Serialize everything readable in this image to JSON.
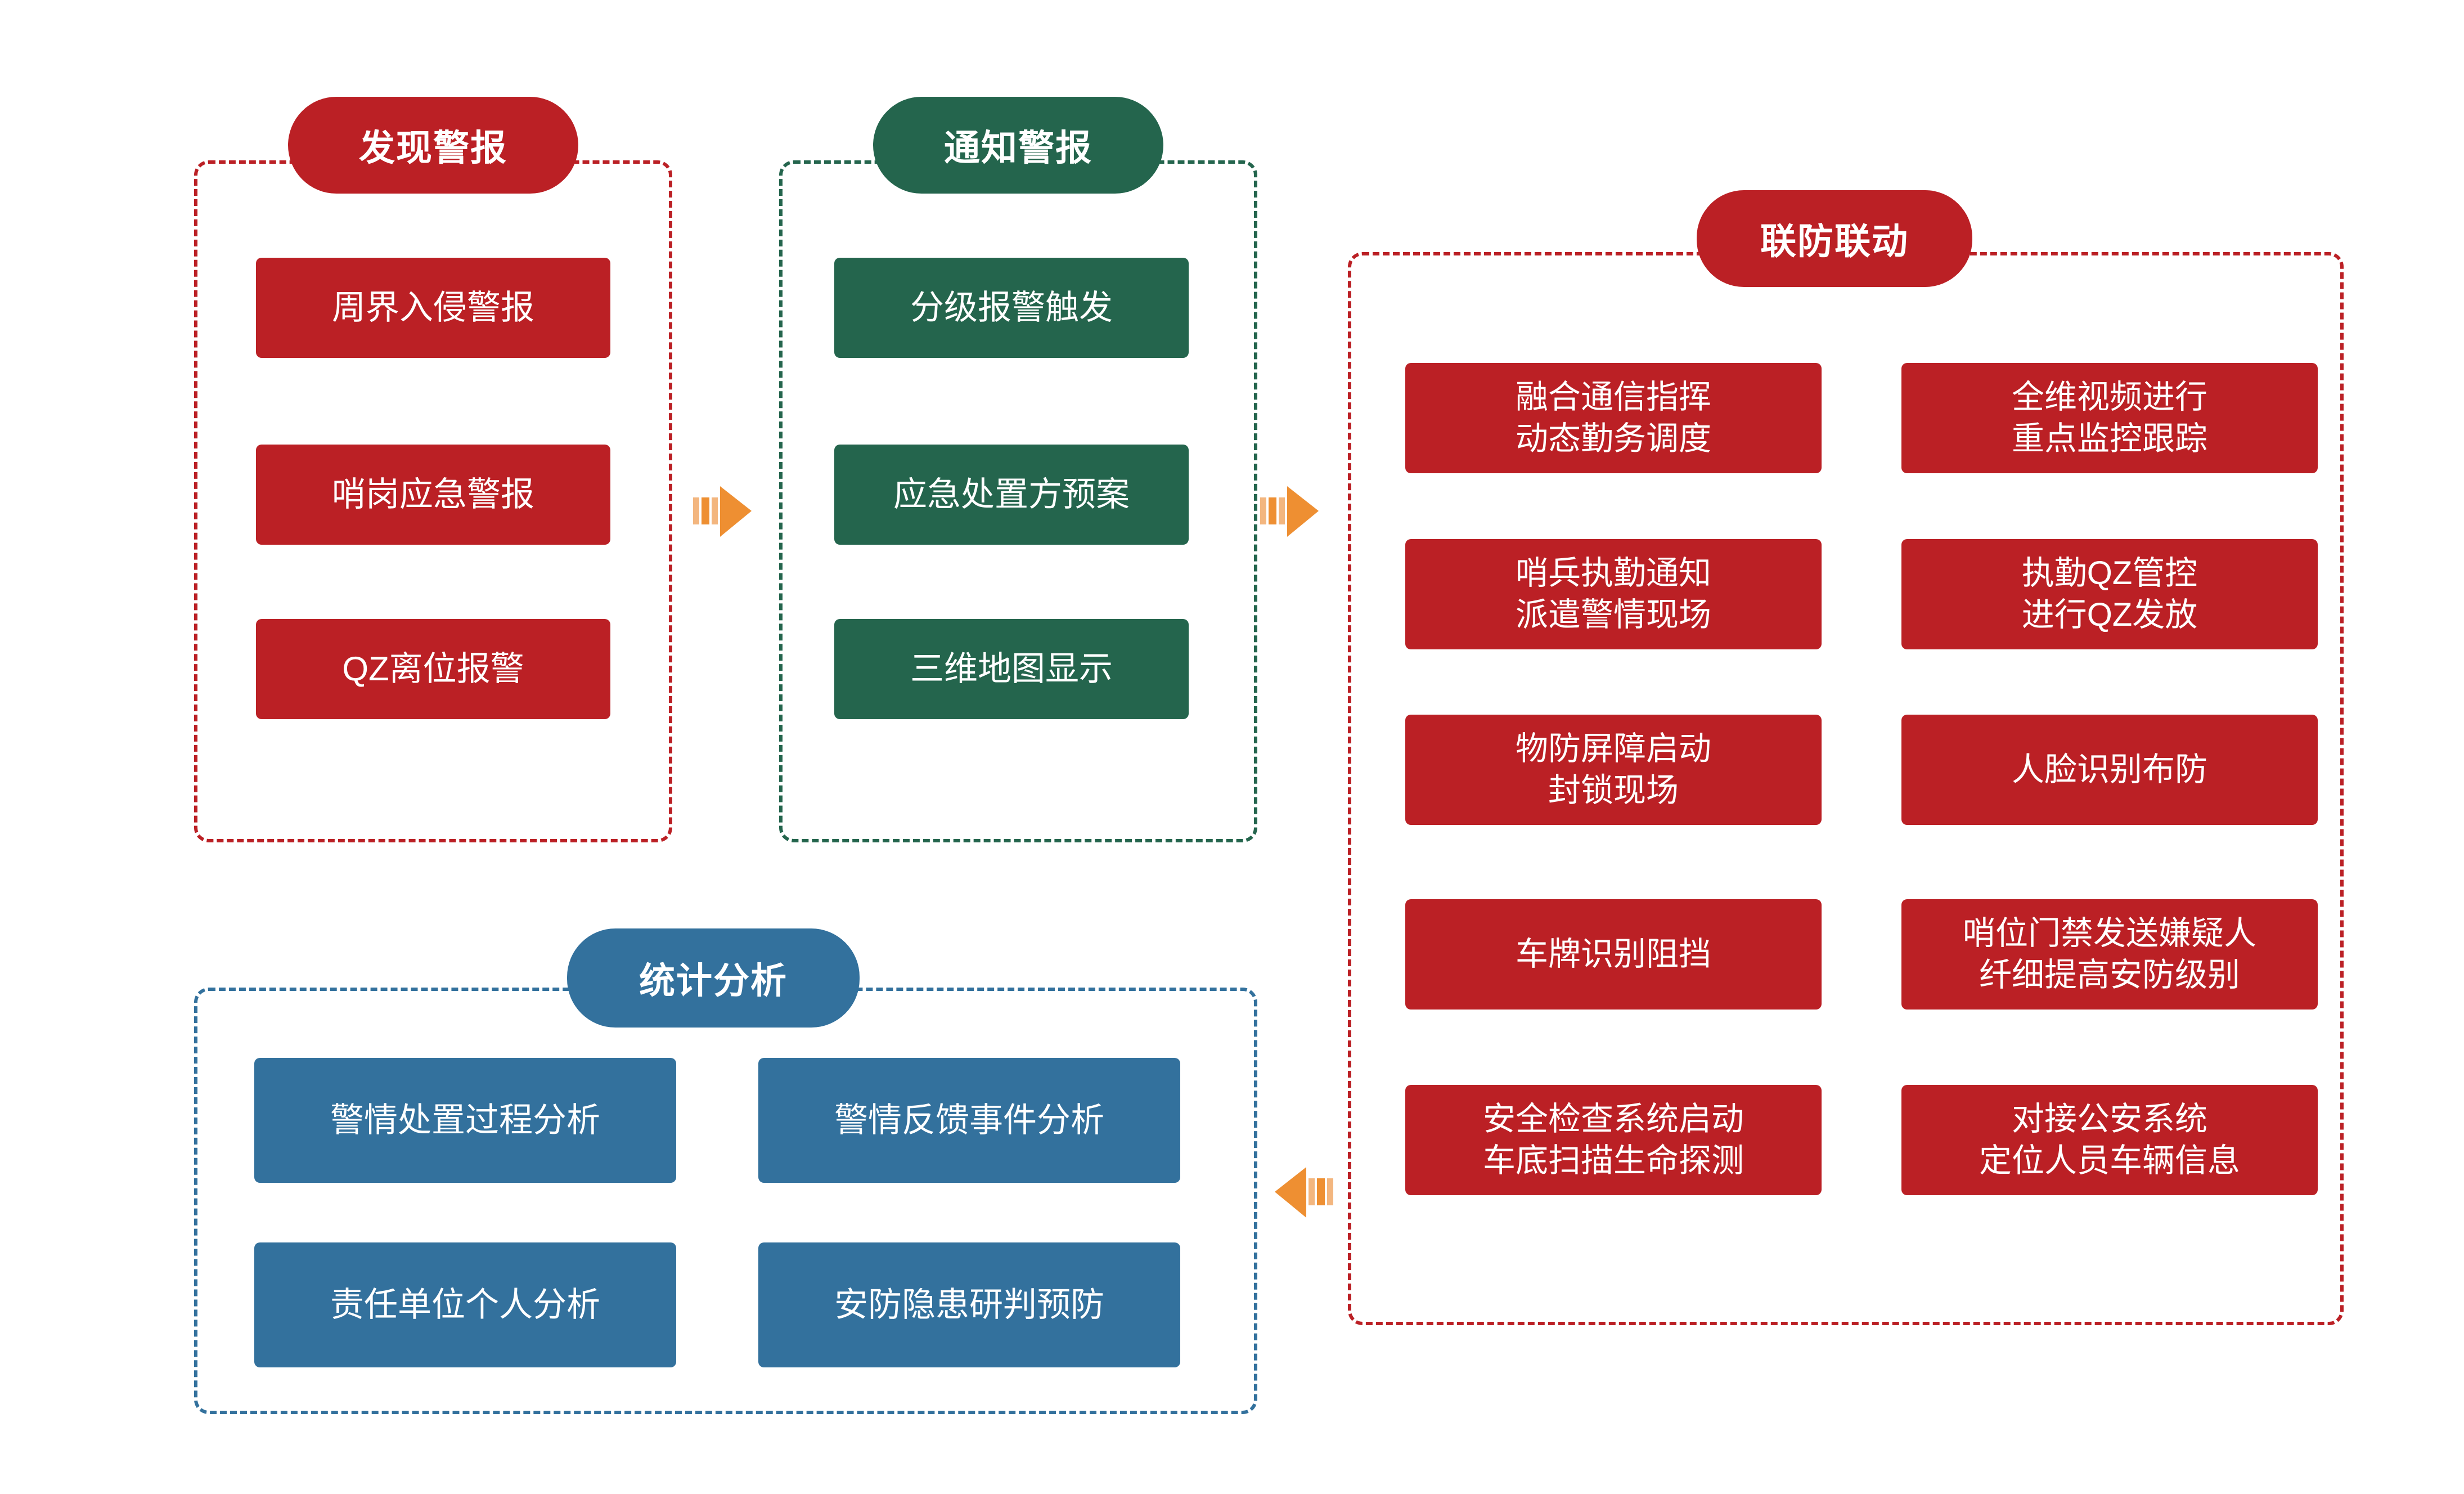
{
  "diagram": {
    "title_visible": false,
    "colors": {
      "red": "#bb2025",
      "green": "#24654d",
      "blue": "#33719d",
      "arrow_orange": "#ee8f32",
      "arrow_orange_light": "#f7c391",
      "background": "#ffffff"
    },
    "panels": [
      {
        "id": "discover-alarm",
        "pill_label": "发现警报",
        "color": "red",
        "items": [
          {
            "label": "周界入侵警报"
          },
          {
            "label": "哨岗应急警报"
          },
          {
            "label": "QZ离位报警"
          }
        ]
      },
      {
        "id": "notify-alarm",
        "pill_label": "通知警报",
        "color": "green",
        "items": [
          {
            "label": "分级报警触发"
          },
          {
            "label": "应急处置方预案"
          },
          {
            "label": "三维地图显示"
          }
        ]
      },
      {
        "id": "joint-defense",
        "pill_label": "联防联动",
        "color": "red",
        "items": [
          {
            "label": "融合通信指挥\n动态勤务调度"
          },
          {
            "label": "全维视频进行\n重点监控跟踪"
          },
          {
            "label": "哨兵执勤通知\n派遣警情现场"
          },
          {
            "label": "执勤QZ管控\n进行QZ发放"
          },
          {
            "label": "物防屏障启动\n封锁现场"
          },
          {
            "label": "人脸识别布防"
          },
          {
            "label": "车牌识别阻挡"
          },
          {
            "label": "哨位门禁发送嫌疑人\n纤细提高安防级别"
          },
          {
            "label": "安全检查系统启动\n车底扫描生命探测"
          },
          {
            "label": "对接公安系统\n定位人员车辆信息"
          }
        ]
      },
      {
        "id": "statistics-analysis",
        "pill_label": "统计分析",
        "color": "blue",
        "items": [
          {
            "label": "警情处置过程分析"
          },
          {
            "label": "警情反馈事件分析"
          },
          {
            "label": "责任单位个人分析"
          },
          {
            "label": "安防隐患研判预防"
          }
        ]
      }
    ],
    "arrows": [
      {
        "id": "arrow-discover-to-notify",
        "direction": "right",
        "icon": "arrow-right-icon"
      },
      {
        "id": "arrow-notify-to-joint",
        "direction": "right",
        "icon": "arrow-right-icon"
      },
      {
        "id": "arrow-joint-to-statistics",
        "direction": "left",
        "icon": "arrow-left-icon"
      }
    ]
  }
}
